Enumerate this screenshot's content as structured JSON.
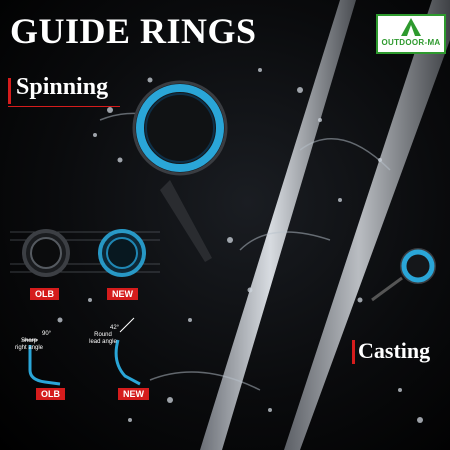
{
  "title": "GUIDE RINGS",
  "logo": {
    "text": "OUTDOOR-MA",
    "icon": "tent-icon"
  },
  "labels": {
    "spinning": "Spinning",
    "casting": "Casting"
  },
  "comparison": {
    "rings": {
      "old": "OLB",
      "new": "NEW"
    },
    "angles": {
      "old_degree": "90°",
      "old_caption_line1": "Sharp",
      "old_caption_line2": "right angle",
      "new_degree": "42°",
      "new_caption_line1": "Round",
      "new_caption_line2": "lead angle",
      "old": "OLB",
      "new": "NEW"
    }
  },
  "colors": {
    "accent_red": "#d51c1c",
    "ring_blue": "#2aa6d8",
    "logo_green": "#2e9a2e"
  }
}
